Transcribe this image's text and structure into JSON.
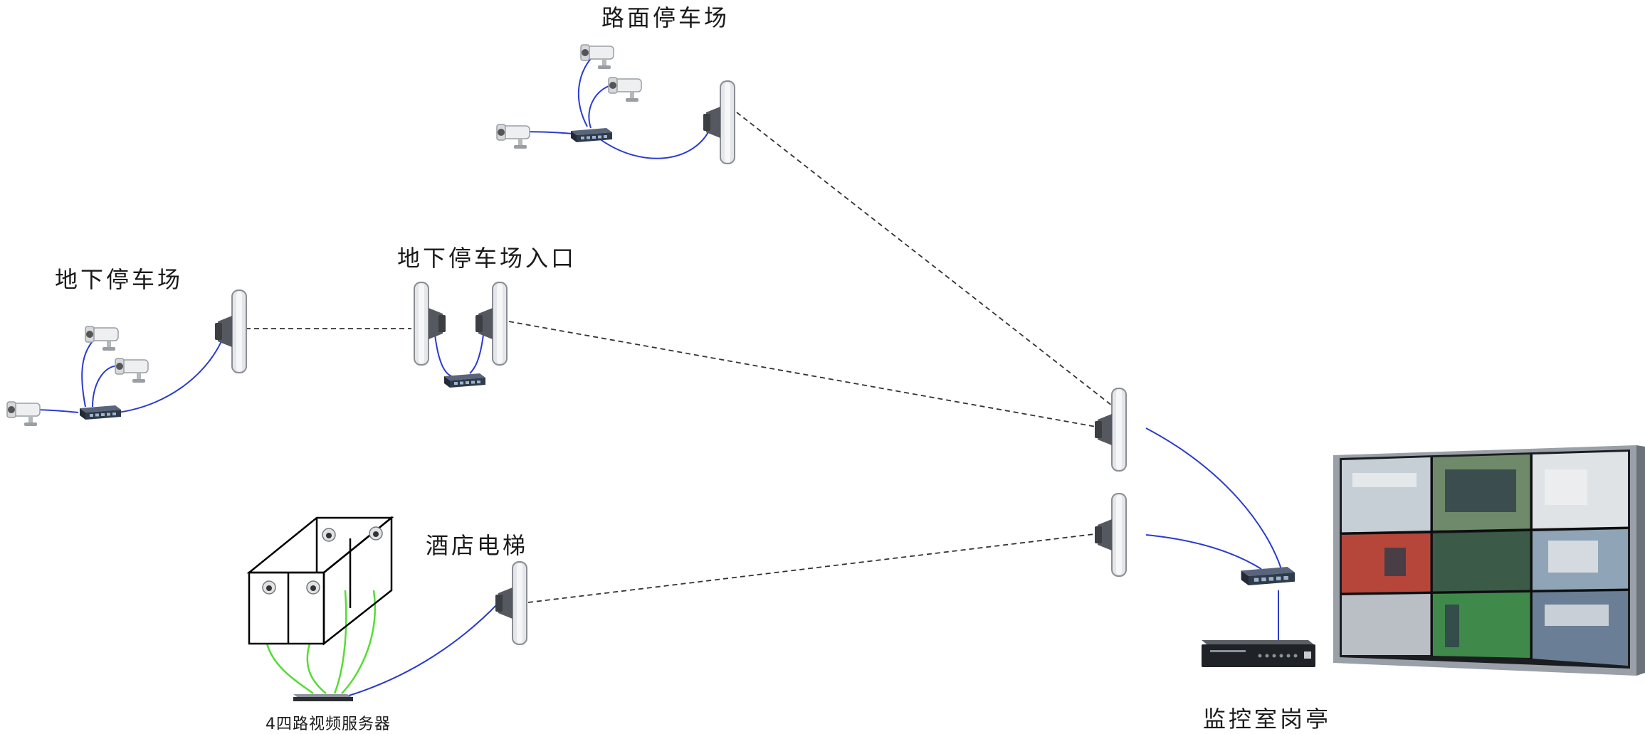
{
  "labels": {
    "surface_parking": "路面停车场",
    "underground_entrance": "地下停车场入口",
    "underground_parking": "地下停车场",
    "hotel_elevator": "酒店电梯",
    "video_server": "4四路视频服务器",
    "monitoring_room": "监控室岗亭"
  },
  "colors": {
    "cable_blue": "#2a3bd0",
    "cable_green": "#55dd33",
    "wireless_link": "#333333",
    "bridge_body": "#c9ccd0",
    "switch_body": "#2f3a4a"
  },
  "icons": {
    "camera": "bullet-camera-icon",
    "dome_camera": "dome-camera-icon",
    "bridge": "wireless-bridge-icon",
    "switch": "poe-switch-icon",
    "nvr": "nvr-recorder-icon",
    "video_wall": "video-wall-icon"
  }
}
